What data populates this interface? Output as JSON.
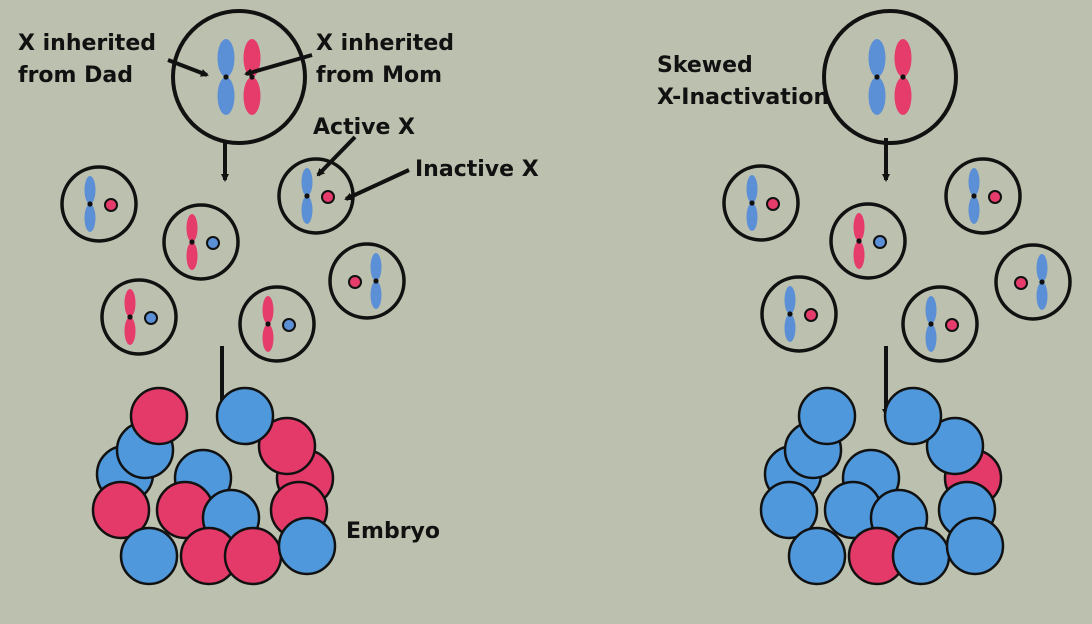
{
  "labels": {
    "dad": [
      "X inherited",
      "from Dad"
    ],
    "mom": [
      "X inherited",
      "from Mom"
    ],
    "active": "Active X",
    "inactive": "Inactive X",
    "embryo": "Embryo",
    "skewed": [
      "Skewed",
      "X-Inactivation"
    ]
  },
  "colors": {
    "background": "#bcc0ae",
    "paternal_x": "#5b8fd6",
    "maternal_x": "#e53c6c",
    "embryo_blue": "#4f98dc",
    "embryo_pink": "#e33a6a",
    "outline": "#111111"
  },
  "panels": {
    "random": {
      "cells": [
        {
          "active": "dad",
          "inactive": "mom"
        },
        {
          "active": "mom",
          "inactive": "dad"
        },
        {
          "active": "dad",
          "inactive": "mom"
        },
        {
          "active": "mom",
          "inactive": "dad"
        },
        {
          "active": "mom",
          "inactive": "dad"
        },
        {
          "active": "dad",
          "inactive": "mom"
        }
      ],
      "embryo": [
        "blue",
        "blue",
        "pink",
        "pink",
        "blue",
        "pink",
        "blue",
        "pink",
        "pink",
        "blue",
        "pink",
        "blue",
        "pink",
        "pink",
        "blue"
      ]
    },
    "skewed": {
      "cells": [
        {
          "active": "dad",
          "inactive": "mom"
        },
        {
          "active": "mom",
          "inactive": "dad"
        },
        {
          "active": "dad",
          "inactive": "mom"
        },
        {
          "active": "dad",
          "inactive": "mom"
        },
        {
          "active": "dad",
          "inactive": "mom"
        },
        {
          "active": "dad",
          "inactive": "mom"
        }
      ],
      "embryo": [
        "blue",
        "blue",
        "pink",
        "blue",
        "blue",
        "blue",
        "blue",
        "blue",
        "blue",
        "blue",
        "blue",
        "blue",
        "pink",
        "blue",
        "blue"
      ]
    }
  }
}
